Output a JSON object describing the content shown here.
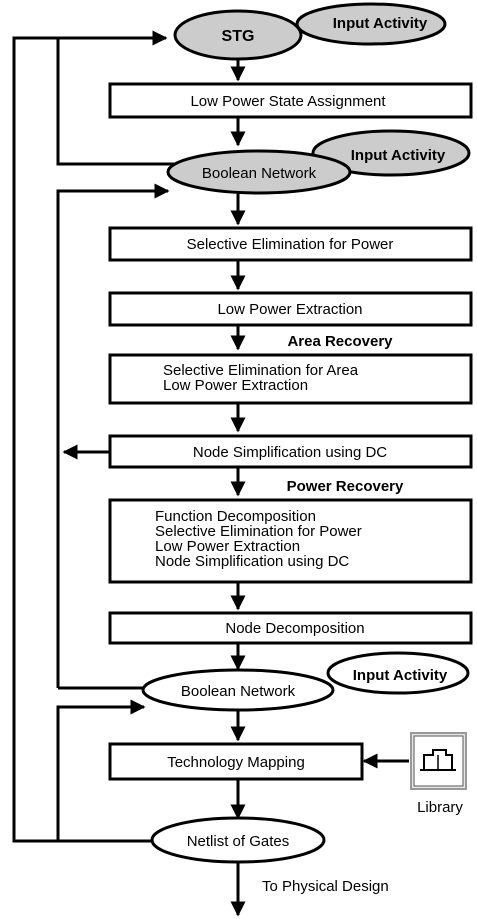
{
  "colors": {
    "ellipse_fill": "#cccccc",
    "stroke": "#000000",
    "box_fill": "#ffffff"
  },
  "nodes": {
    "stg": "STG",
    "input_activity_1": "Input Activity",
    "low_power_state_assignment": "Low Power State Assignment",
    "input_activity_2": "Input Activity",
    "boolean_network_1": "Boolean Network",
    "selective_elimination_power": "Selective Elimination for Power",
    "low_power_extraction": "Low Power Extraction",
    "area_recovery": "Area Recovery",
    "area_recovery_steps": [
      "Selective Elimination for Area",
      "Low Power Extraction"
    ],
    "node_simplification": "Node Simplification using DC",
    "power_recovery": "Power Recovery",
    "power_recovery_steps": [
      "Function Decomposition",
      "Selective Elimination for Power",
      "Low Power Extraction",
      "Node Simplification using DC"
    ],
    "node_decomposition": "Node Decomposition",
    "input_activity_3": "Input Activity",
    "boolean_network_2": "Boolean Network",
    "technology_mapping": "Technology Mapping",
    "library": "Library",
    "library_icon": "library-icon",
    "netlist_of_gates": "Netlist of Gates",
    "to_physical_design": "To Physical Design"
  }
}
